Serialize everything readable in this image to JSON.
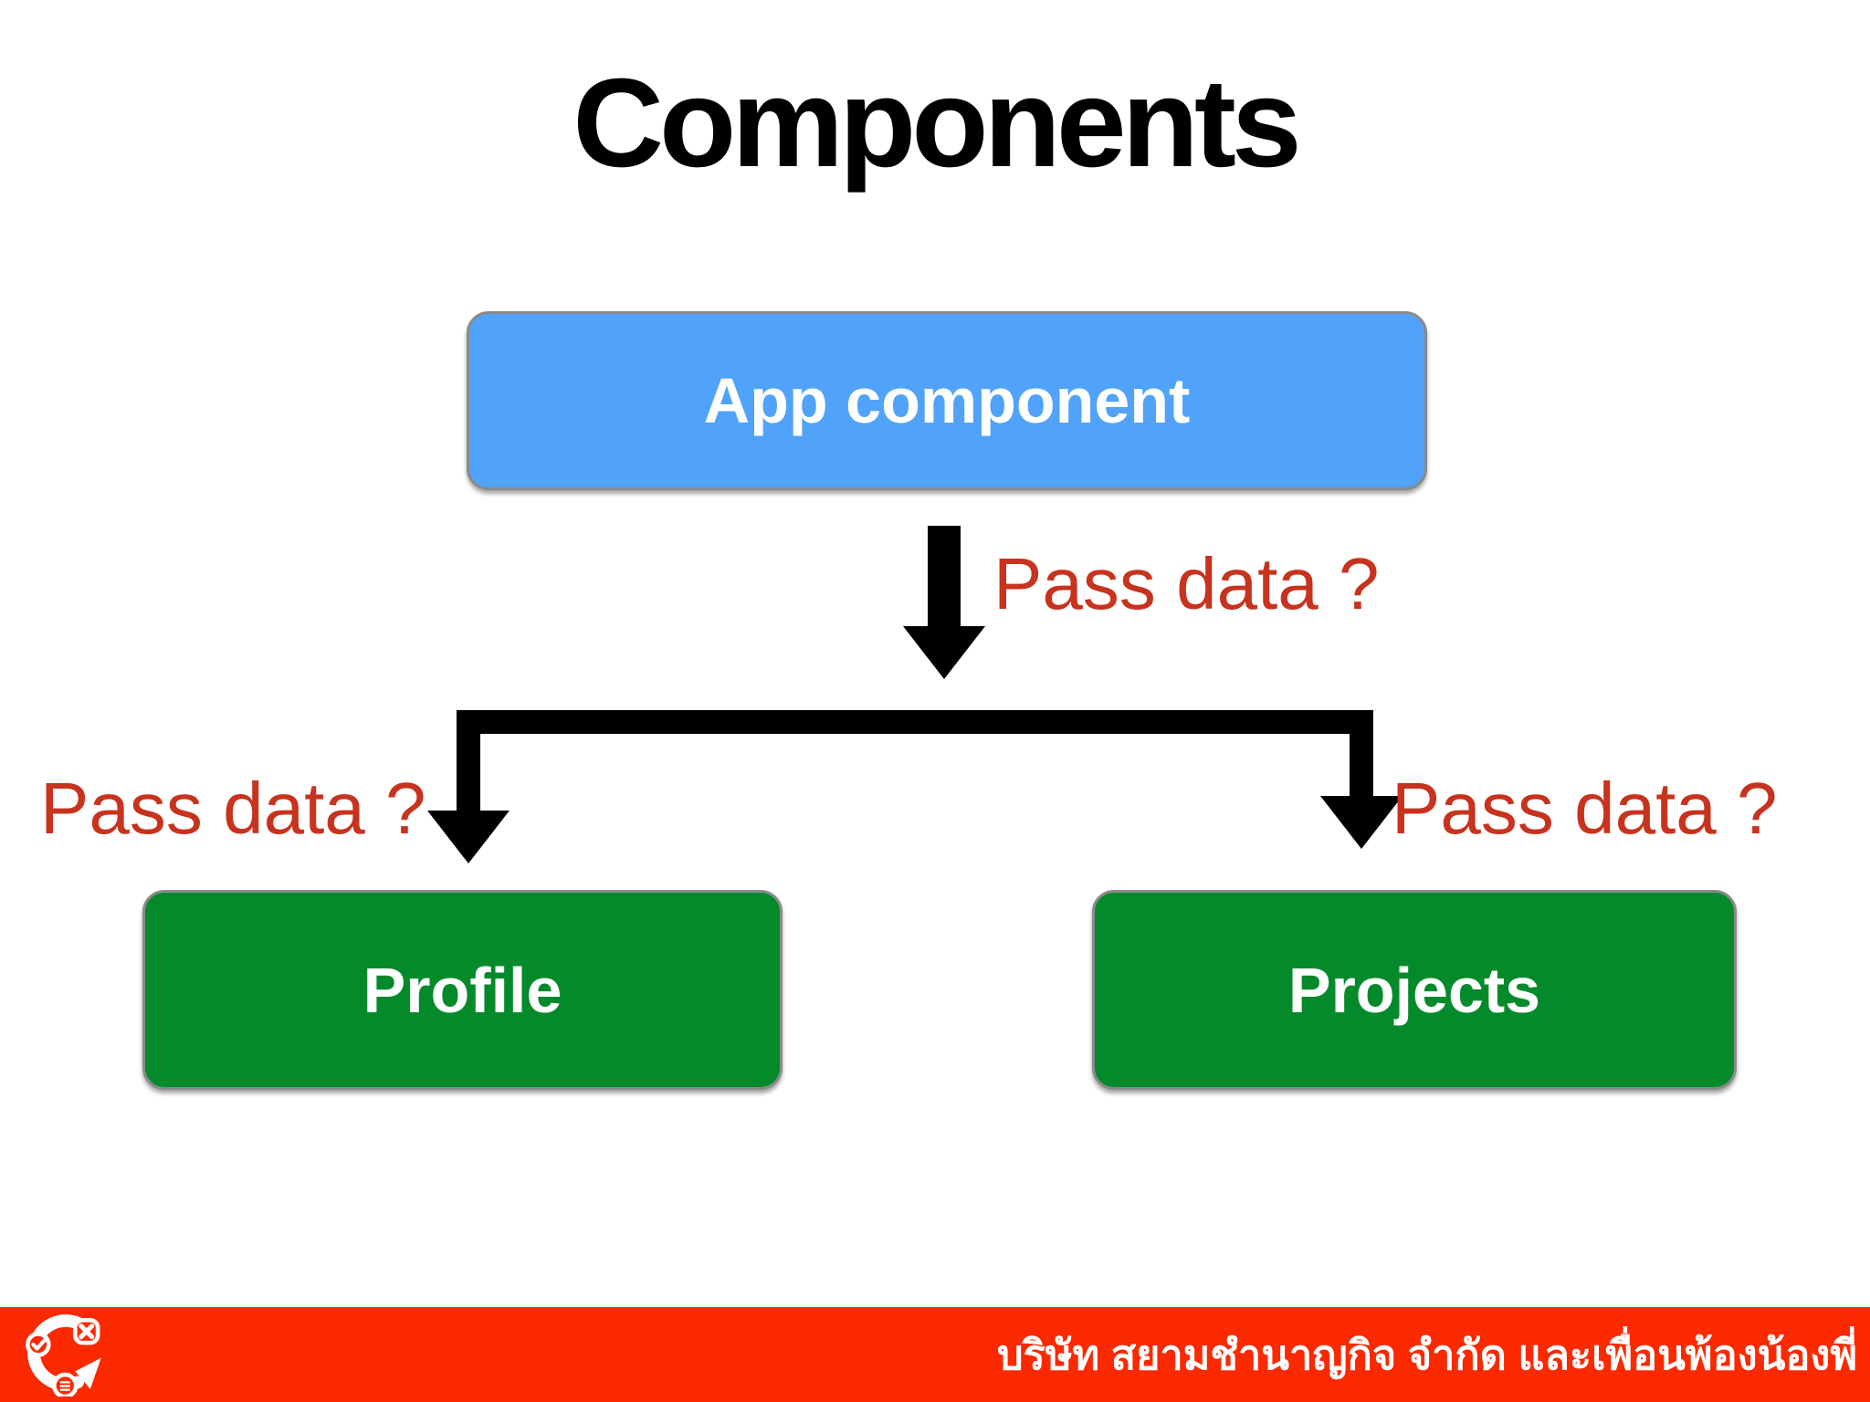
{
  "slide": {
    "title": "Components",
    "diagram": {
      "root_node": {
        "label": "App component",
        "fill": "#50A3F9"
      },
      "child_nodes": [
        {
          "label": "Profile",
          "fill": "#058A2B"
        },
        {
          "label": "Projects",
          "fill": "#058A2B"
        }
      ],
      "edge_labels": [
        {
          "position": "center",
          "text": "Pass data ?"
        },
        {
          "position": "left",
          "text": "Pass data ?"
        },
        {
          "position": "right",
          "text": "Pass data ?"
        }
      ],
      "colors": {
        "node_blue": "#50A3F9",
        "node_green": "#058A2B",
        "node_border_gray": "#8A8A8A",
        "node_text": "#FFFFFF",
        "edge_label_red": "#C7331E",
        "connector_black": "#000000"
      }
    },
    "footer": {
      "company_text": "บริษัท สยามชำนาญกิจ จำกัด และเพื่อนพ้องน้องพี่",
      "logo_icon": "circular-arrow-with-check-x-list-badges",
      "bar_color": "#FB2900",
      "text_color": "#FFFFFF"
    }
  }
}
